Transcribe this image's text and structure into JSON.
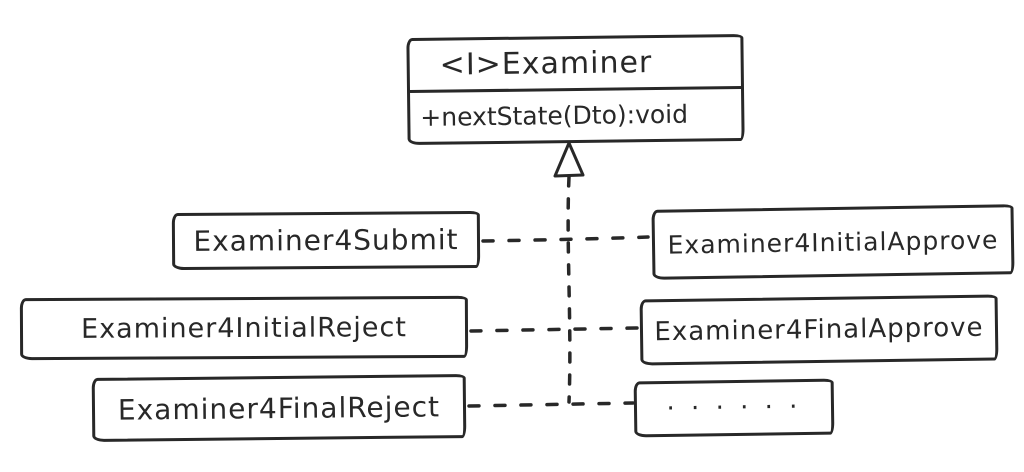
{
  "colors": {
    "background": "#ffffff",
    "ink": "#282828"
  },
  "diagram": {
    "type": "uml-class-diagram",
    "style": "hand-drawn sketch",
    "interface": {
      "name": "<I>Examiner",
      "method": "+nextState(Dto):void"
    },
    "implementations": [
      {
        "label": "Examiner4Submit"
      },
      {
        "label": "Examiner4InitialApprove"
      },
      {
        "label": "Examiner4InitialReject"
      },
      {
        "label": "Examiner4FinalApprove"
      },
      {
        "label": "Examiner4FinalReject"
      },
      {
        "label": "· · · · · ·"
      }
    ],
    "relationships": [
      {
        "from": "Examiner4Submit",
        "to": "<I>Examiner",
        "type": "realization",
        "line": "dashed",
        "arrowhead": "hollow-triangle"
      },
      {
        "from": "Examiner4InitialApprove",
        "to": "<I>Examiner",
        "type": "realization",
        "line": "dashed",
        "arrowhead": "hollow-triangle"
      },
      {
        "from": "Examiner4InitialReject",
        "to": "<I>Examiner",
        "type": "realization",
        "line": "dashed",
        "arrowhead": "hollow-triangle"
      },
      {
        "from": "Examiner4FinalApprove",
        "to": "<I>Examiner",
        "type": "realization",
        "line": "dashed",
        "arrowhead": "hollow-triangle"
      },
      {
        "from": "Examiner4FinalReject",
        "to": "<I>Examiner",
        "type": "realization",
        "line": "dashed",
        "arrowhead": "hollow-triangle"
      },
      {
        "from": "· · · · · ·",
        "to": "<I>Examiner",
        "type": "realization",
        "line": "dashed",
        "arrowhead": "hollow-triangle"
      }
    ]
  }
}
